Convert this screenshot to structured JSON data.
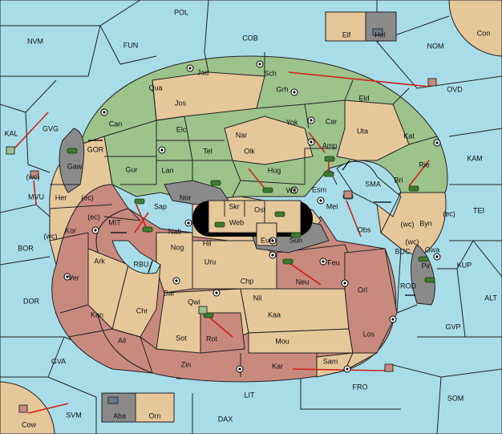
{
  "map": {
    "colors": {
      "sea": "#a8dce8",
      "player_green": "#9cc38a",
      "player_tan": "#e6c79a",
      "player_red": "#c98a7e",
      "impassable": "#8a8a8a",
      "order_arrow": "#d1221a"
    },
    "labels": {
      "POL": "POL",
      "NVM": "NVM",
      "FUN": "FUN",
      "COB": "COB",
      "NOM": "NOM",
      "Con": "Con",
      "Elf": "Elf",
      "Hel": "Hel",
      "OVD": "OVD",
      "KAL": "KAL",
      "GVG": "GVG",
      "Jad": "Jad",
      "Sch": "Sch",
      "Qua": "Qua",
      "Jos": "Jos",
      "Grh": "Grh",
      "Eld": "Eld",
      "Can": "Can",
      "Yok": "Yok",
      "Car": "Car",
      "Uta": "Uta",
      "Kat": "Kat",
      "KAM": "KAM",
      "Elc": "Elc",
      "Nar": "Nar",
      "Tel": "Tel",
      "Olk": "Olk",
      "Amp": "Amp",
      "GOR": "GOR",
      "Gaw": "Gaw",
      "Gur": "Gur",
      "Lan": "Lan",
      "Hug": "Hug",
      "Bri": "Bri",
      "Rie": "Rie",
      "MVU": "MVU",
      "wc1": "(wc)",
      "Her": "Her",
      "ec1": "(ec)",
      "Nor": "Nor",
      "Wil": "Wil",
      "Esm": "Esm",
      "SMA": "SMA",
      "Sap": "Sap",
      "Skr": "Skr",
      "Ost": "Ost",
      "Mel": "Mel",
      "wc2": "(wc)",
      "Byn": "Byn",
      "ec2": "(ec)",
      "TEI": "TEI",
      "ec3": "(ec)",
      "MIT": "MIT",
      "Web": "Web",
      "Kor": "Kor",
      "Nab": "Nab",
      "Eun": "Eun",
      "Obs": "Obs",
      "wc3": "(wc)",
      "Gwa": "Gwa",
      "wc4": "(wc)",
      "BOR": "BOR",
      "Hil": "Hil",
      "Sun": "Sun",
      "BUC": "BUC",
      "Ark": "Ark",
      "RBU": "RBU",
      "Nog": "Nog",
      "Uru": "Uru",
      "Feu": "Feu",
      "Pir": "Pir",
      "KUP": "KUP",
      "Ver": "Ver",
      "Chp": "Chp",
      "Neu": "Neu",
      "Orl": "Orl",
      "Bar": "Bar",
      "ROD": "ROD",
      "DOR": "DOR",
      "Qwi": "Qwi",
      "Nil": "Nil",
      "ALT": "ALT",
      "Ken": "Ken",
      "Chr": "Chr",
      "Kaa": "Kaa",
      "GVP": "GVP",
      "Los": "Los",
      "Ail": "Ail",
      "Sot": "Sot",
      "Rot": "Rot",
      "Mou": "Mou",
      "GVA": "GVA",
      "Zin": "Zin",
      "Sam": "Sam",
      "Kar": "Kar",
      "FRO": "FRO",
      "LIT": "LIT",
      "SOM": "SOM",
      "SVM": "SVM",
      "Aba": "Aba",
      "Orn": "Orn",
      "Cow": "Cow",
      "DAX": "DAX"
    }
  }
}
